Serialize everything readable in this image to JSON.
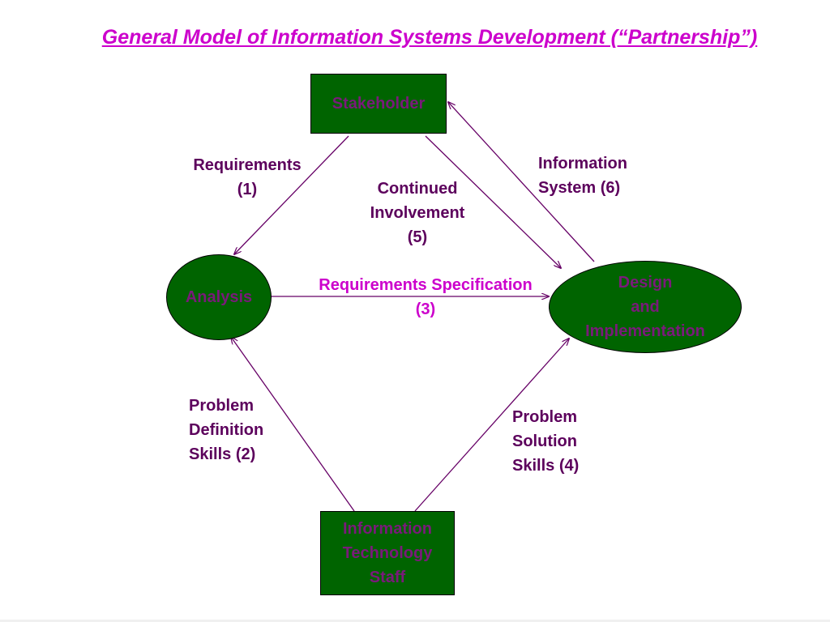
{
  "title": "General Model of Information Systems Development (“Partnership”)",
  "colors": {
    "title": "#cc00cc",
    "node_fill": "#006400",
    "node_text": "#7a1a7a",
    "label_text": "#5c005c",
    "accent_label": "#cc00cc",
    "arrow": "#660066"
  },
  "nodes": {
    "stakeholder": {
      "lines": [
        "Stakeholder"
      ]
    },
    "analysis": {
      "lines": [
        "Analysis"
      ]
    },
    "design": {
      "lines": [
        "Design",
        "and",
        "Implementation"
      ]
    },
    "it_staff": {
      "lines": [
        "Information",
        "Technology",
        "Staff"
      ]
    }
  },
  "labels": {
    "requirements": [
      "Requirements",
      "(1)"
    ],
    "continued": [
      "Continued",
      "Involvement",
      "(5)"
    ],
    "info_system": [
      "Information",
      "System (6)"
    ],
    "req_spec": [
      "Requirements Specification",
      "(3)"
    ],
    "problem_def": [
      "Problem",
      "Definition",
      "Skills (2)"
    ],
    "problem_sol": [
      "Problem",
      "Solution",
      "Skills (4)"
    ]
  }
}
